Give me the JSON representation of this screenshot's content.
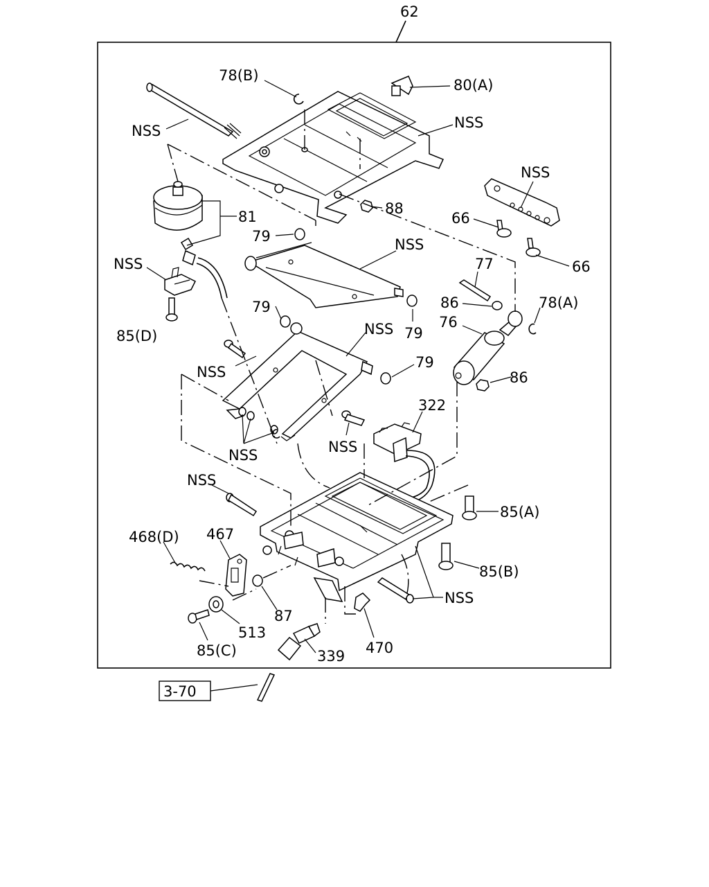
{
  "title_number": "62",
  "reference": "3-70",
  "labels": {
    "l78b": "78(B)",
    "l80a": "80(A)",
    "nss_bolt_top": "NSS",
    "nss_top_frame": "NSS",
    "nss_bracket": "NSS",
    "l81": "81",
    "l88": "88",
    "l66a": "66",
    "l66b": "66",
    "l79a": "79",
    "nss_upper_arm": "NSS",
    "nss_clip": "NSS",
    "l77": "77",
    "l86a": "86",
    "l78a": "78(A)",
    "l85d": "85(D)",
    "l79b": "79",
    "l79c": "79",
    "nss_lower_arm": "NSS",
    "l76": "76",
    "l79d": "79",
    "nss_bolt_left": "NSS",
    "l86b": "86",
    "l322": "322",
    "nss_bolt_mid": "NSS",
    "nss_pins": "NSS",
    "nss_pin_bottom": "NSS",
    "l85a": "85(A)",
    "l468d": "468(D)",
    "l467": "467",
    "l85b": "85(B)",
    "nss_rod_bottom": "NSS",
    "l87": "87",
    "l513": "513",
    "l85c": "85(C)",
    "l339": "339",
    "l470": "470"
  }
}
